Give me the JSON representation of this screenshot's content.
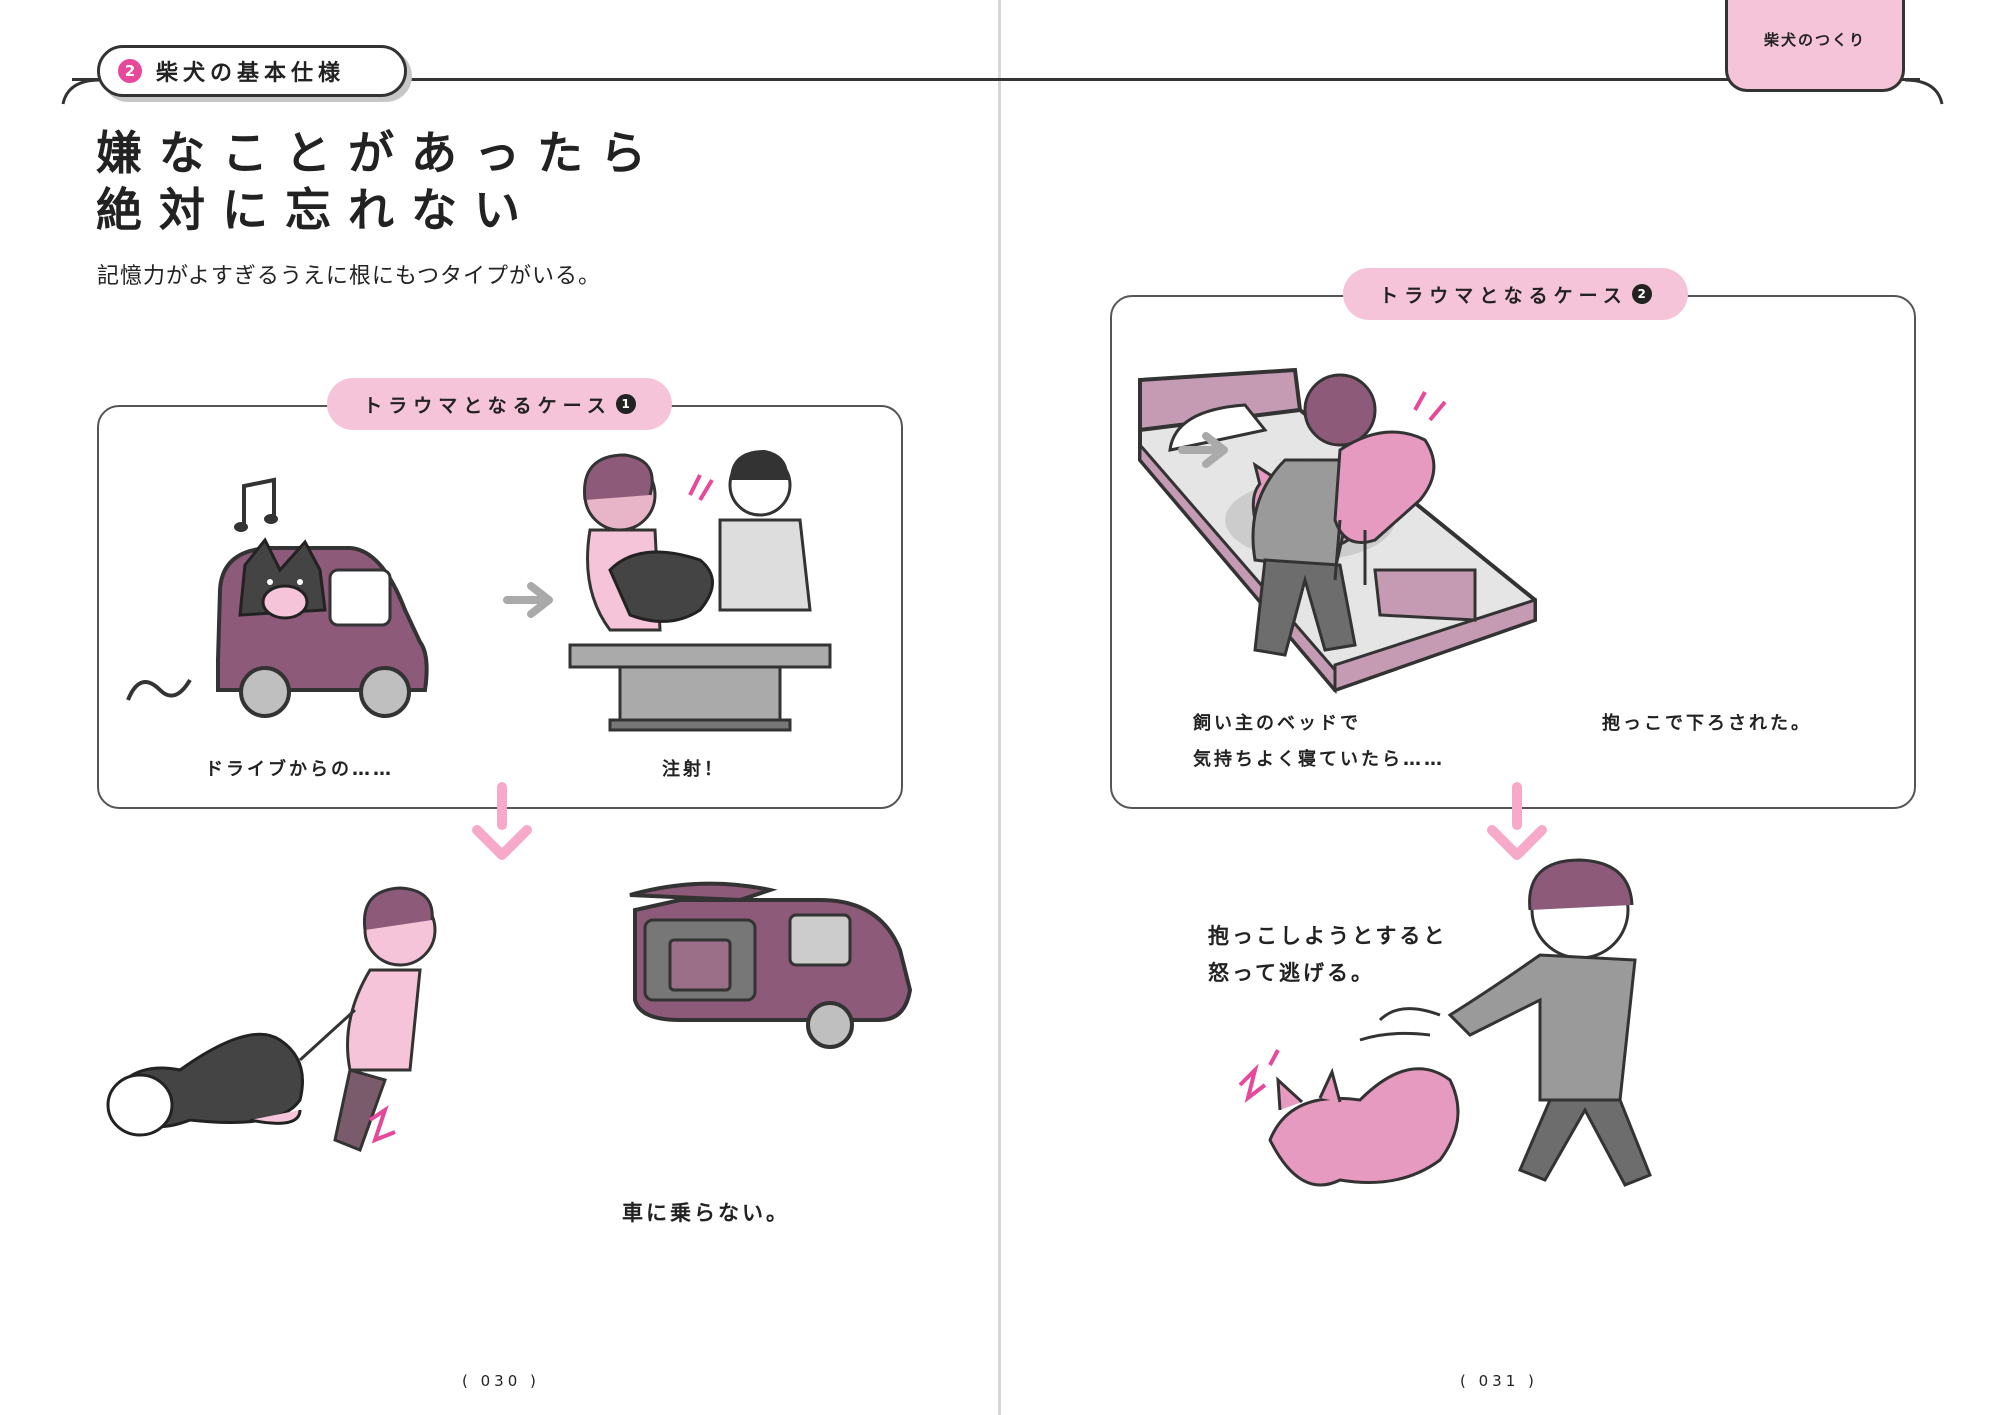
{
  "left_page": {
    "section_tag": {
      "number": "2",
      "label": "柴犬の基本仕様"
    },
    "title_lines": [
      "嫌なことがあったら",
      "絶対に忘れない"
    ],
    "subtitle": "記憶力がよすぎるうえに根にもつタイプがいる。",
    "case": {
      "label": "トラウマとなるケース",
      "number": "1"
    },
    "captions": [
      "ドライブからの……",
      "注射！",
      "車に乗らない。"
    ],
    "folio": "( 030 )"
  },
  "right_page": {
    "side_tab": "柴犬のつくり",
    "case": {
      "label": "トラウマとなるケース",
      "number": "2"
    },
    "captions": [
      "飼い主のベッドで",
      "気持ちよく寝ていたら……",
      "抱っこで下ろされた。",
      "抱っこしようとすると",
      "怒って逃げる。"
    ],
    "folio": "( 031 )"
  },
  "colors": {
    "accent_pink": "#e6489a",
    "light_pink": "#f6c4d9",
    "mauve": "#8e5a79",
    "gray": "#9a9a9a",
    "ink": "#333333"
  }
}
